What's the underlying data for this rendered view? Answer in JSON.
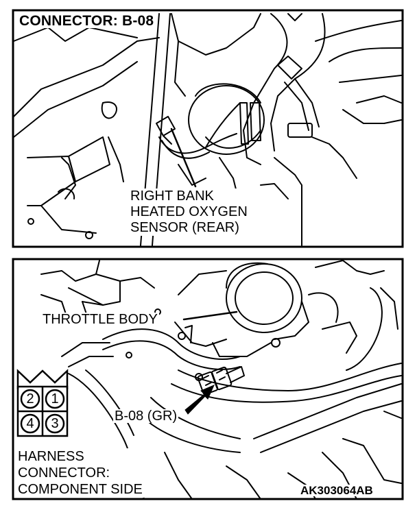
{
  "header": {
    "title": "CONNECTOR: B-08"
  },
  "upper_view": {
    "sensor_label_lines": [
      "RIGHT BANK",
      "HEATED OXYGEN",
      "SENSOR (REAR)"
    ]
  },
  "lower_view": {
    "throttle_label": "THROTTLE BODY",
    "connector_label": "B-08 (GR)"
  },
  "harness_connector": {
    "pins": [
      "2",
      "1",
      "4",
      "3"
    ],
    "caption_lines": [
      "HARNESS",
      "CONNECTOR:",
      "COMPONENT SIDE"
    ]
  },
  "figure_code": "AK303064AB"
}
